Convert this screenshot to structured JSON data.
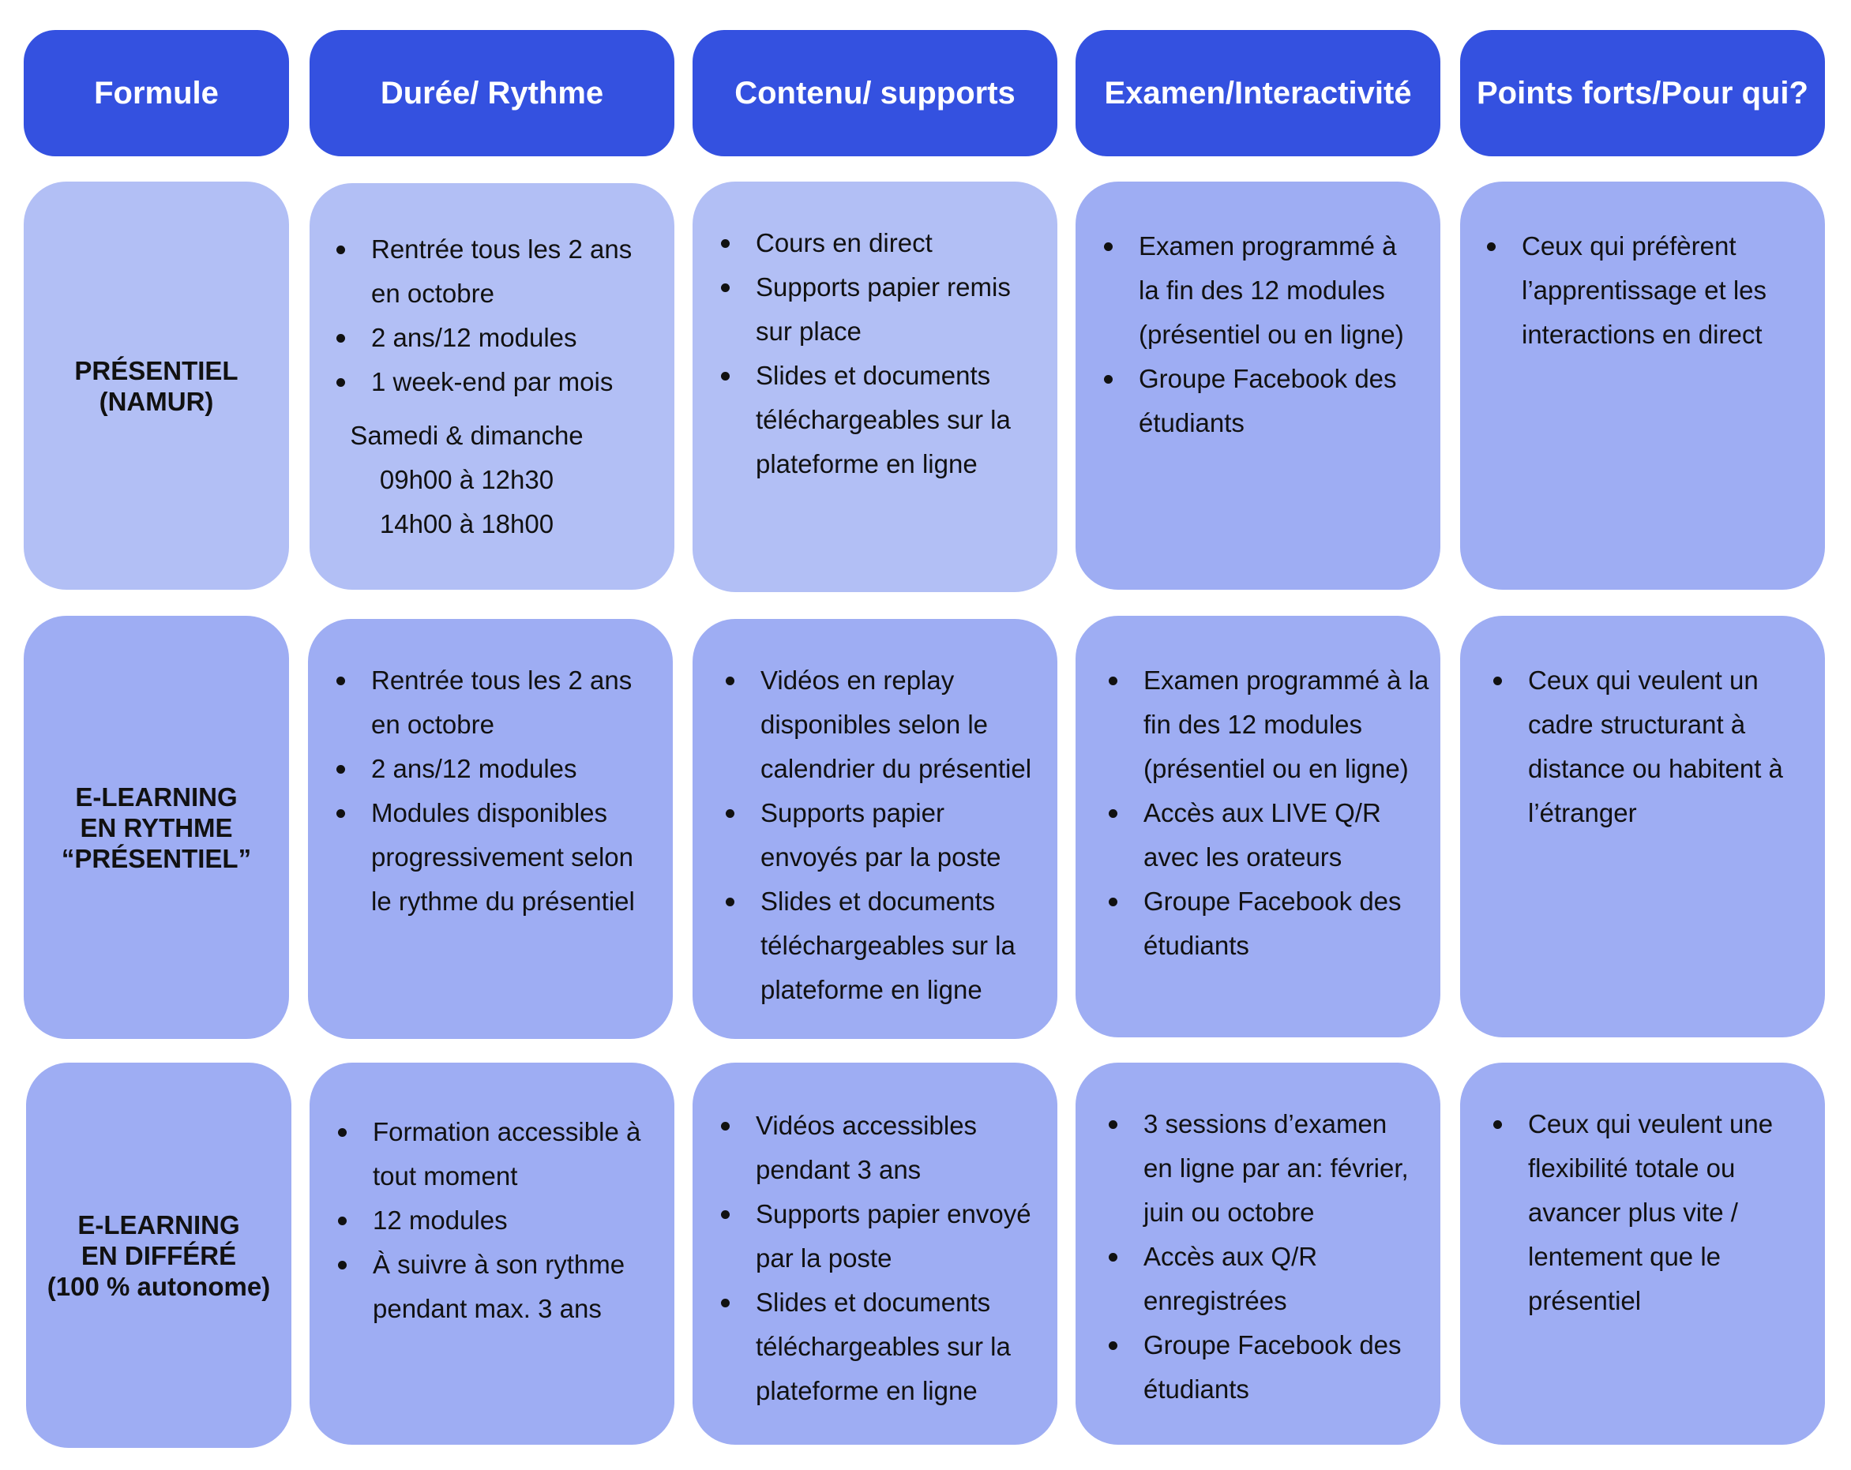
{
  "headers": [
    "Formule",
    "Durée/ Rythme",
    "Contenu/ supports",
    "Examen/Interactivité",
    "Points forts/Pour qui?"
  ],
  "rows": [
    {
      "label": [
        "PRÉSENTIEL",
        "(NAMUR)"
      ],
      "duree": {
        "items": [
          "Rentrée tous les 2 ans en octobre",
          "2 ans/12 modules",
          "1 week-end par mois"
        ],
        "extra": [
          "Samedi & dimanche",
          "09h00 à 12h30",
          "14h00 à 18h00"
        ]
      },
      "contenu": [
        "Cours en direct",
        "Supports papier remis sur place",
        "Slides et documents téléchargeables sur la plateforme en ligne"
      ],
      "examen": [
        "Examen programmé à la fin des 12 modules (présentiel ou en ligne)",
        "Groupe Facebook des étudiants"
      ],
      "points": [
        "Ceux qui préfèrent l’apprentissage et les interactions en direct"
      ]
    },
    {
      "label": [
        "E-LEARNING",
        "EN RYTHME",
        "“PRÉSENTIEL”"
      ],
      "duree": {
        "items": [
          "Rentrée tous les 2 ans en octobre",
          "2 ans/12 modules",
          "Modules disponibles progressivement selon le rythme du présentiel"
        ]
      },
      "contenu": [
        "Vidéos en replay disponibles selon le calendrier du présentiel",
        "Supports papier envoyés par la poste",
        "Slides et documents téléchargeables sur la plateforme en ligne"
      ],
      "examen": [
        "Examen programmé à la fin des 12 modules (présentiel ou en ligne)",
        "Accès aux LIVE Q/R avec les orateurs",
        "Groupe Facebook des étudiants"
      ],
      "points": [
        "Ceux qui veulent un cadre structurant à distance ou habitent à l’étranger"
      ]
    },
    {
      "label": [
        "E-LEARNING",
        "EN DIFFÉRÉ",
        "(100 % autonome)"
      ],
      "duree": {
        "items": [
          "Formation accessible à tout moment",
          "12 modules",
          "À suivre à son rythme pendant max. 3 ans"
        ]
      },
      "contenu": [
        "Vidéos accessibles pendant 3 ans",
        "Supports papier envoyé par la poste",
        "Slides et documents téléchargeables sur la plateforme en ligne"
      ],
      "examen": [
        "3 sessions d’examen en ligne par an: février, juin ou octobre",
        "Accès aux Q/R enregistrées",
        "Groupe Facebook des étudiants"
      ],
      "points": [
        "Ceux qui veulent une flexibilité totale ou avancer plus vite / lentement que le présentiel"
      ]
    }
  ],
  "colors": {
    "header": "#3451e0",
    "card_light": "#b2bff5",
    "card_mid": "#9eadf3"
  }
}
